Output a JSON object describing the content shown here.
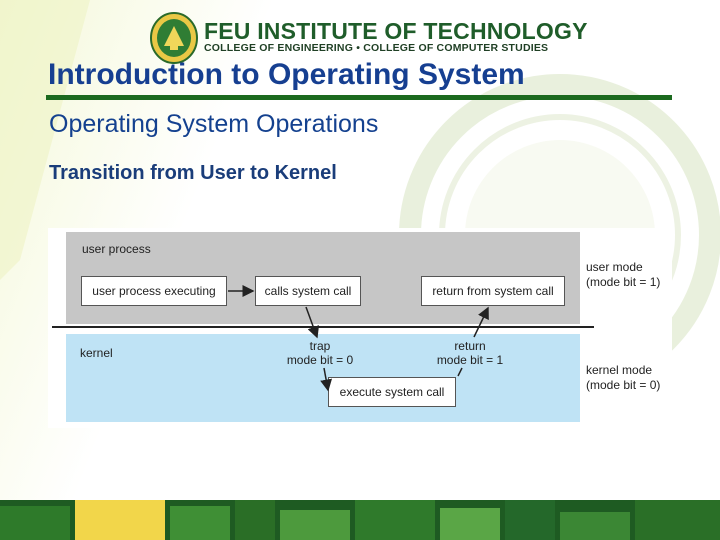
{
  "header": {
    "institution": "FEU INSTITUTE OF TECHNOLOGY",
    "colleges": "COLLEGE OF ENGINEERING • COLLEGE OF COMPUTER STUDIES",
    "slide_title": "Introduction to Operating System",
    "subtitle": "Operating System Operations",
    "section_heading": "Transition from User to Kernel"
  },
  "diagram": {
    "user_region_label": "user process",
    "kernel_region_label": "kernel",
    "boxes": {
      "executing": "user process executing",
      "calls": "calls system call",
      "return": "return from system call",
      "execute": "execute system call"
    },
    "trap_note": {
      "line1": "trap",
      "line2": "mode bit = 0"
    },
    "return_note": {
      "line1": "return",
      "line2": "mode bit = 1"
    },
    "user_mode": {
      "line1": "user mode",
      "line2": "(mode bit = 1)"
    },
    "kernel_mode": {
      "line1": "kernel mode",
      "line2": "(mode bit = 0)"
    }
  },
  "colors": {
    "title_blue": "#163f91",
    "rule_green": "#1c6a1f",
    "user_band": "#c6c6c6",
    "kernel_band": "#bfe3f5"
  }
}
